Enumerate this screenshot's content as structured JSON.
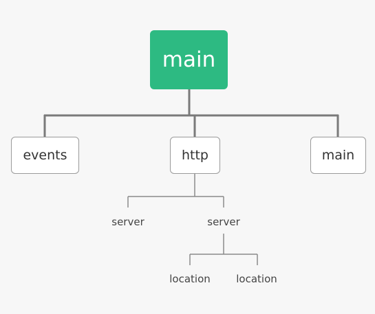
{
  "diagram": {
    "root": {
      "label": "main"
    },
    "level1": [
      {
        "label": "events"
      },
      {
        "label": "http"
      },
      {
        "label": "main"
      }
    ],
    "http_children": [
      {
        "label": "server"
      },
      {
        "label": "server"
      }
    ],
    "server_children": [
      {
        "label": "location"
      },
      {
        "label": "location"
      }
    ]
  },
  "colors": {
    "root_fill": "#2dba82",
    "connector": "#7a7a7a",
    "box_border": "#9a9a9a",
    "background": "#f7f7f7"
  }
}
